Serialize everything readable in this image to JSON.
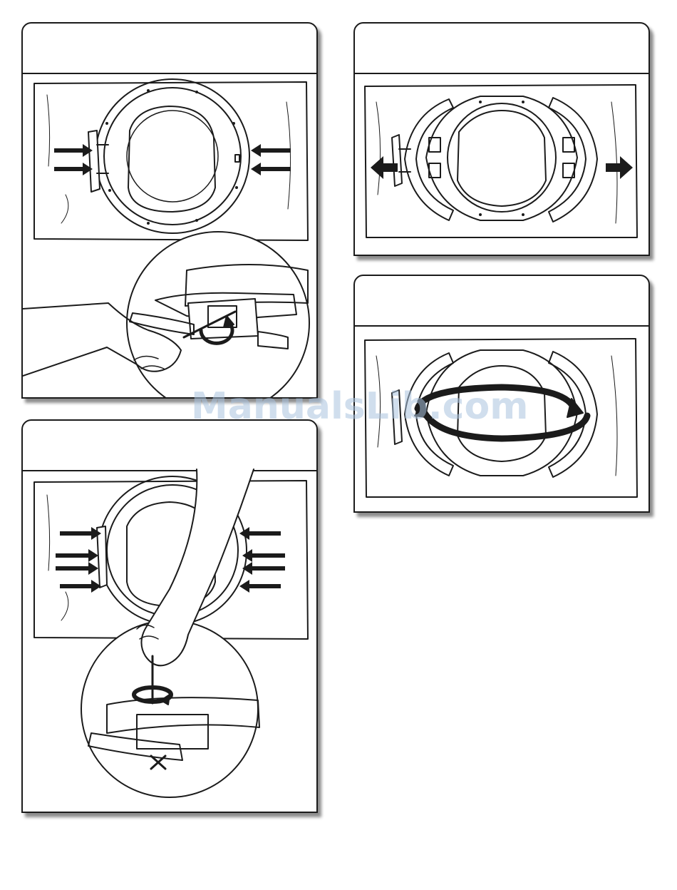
{
  "page": {
    "watermark": "ManualsLib.com"
  },
  "panels": [
    {
      "id": "panel-1",
      "caption": ""
    },
    {
      "id": "panel-2",
      "caption": ""
    },
    {
      "id": "panel-3",
      "caption": ""
    },
    {
      "id": "panel-4",
      "caption": ""
    }
  ],
  "colors": {
    "ink": "#1b1b1b",
    "watermark": "#aac3de",
    "paper": "#ffffff"
  },
  "icons": {
    "arrow": "solid-arrow-icon",
    "rotate": "rotate-arrow-icon"
  }
}
